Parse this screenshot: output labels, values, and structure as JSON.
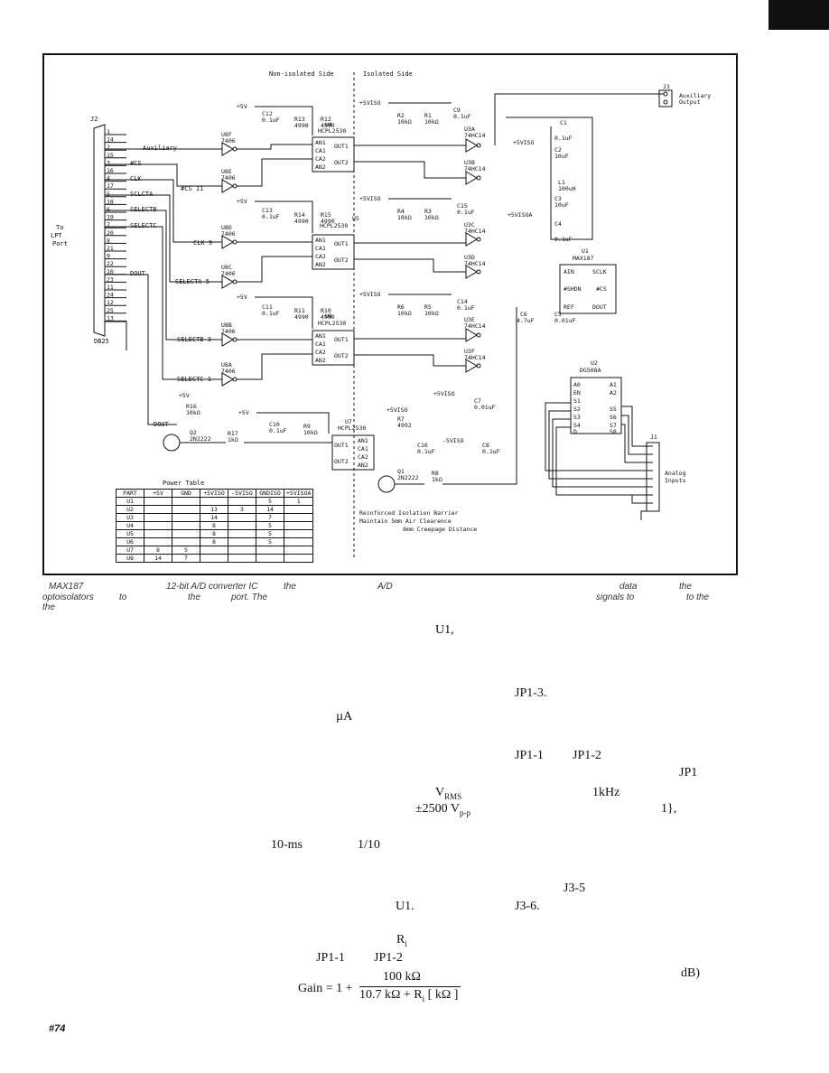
{
  "schematic": {
    "side_left": "Non-isolated Side",
    "side_right": "Isolated Side",
    "connectors": {
      "j2": "J2",
      "j2_type": "DB25",
      "lpt_label": [
        "To",
        "LPT",
        "Port"
      ],
      "j3": "J3",
      "j3_label": [
        "Auxiliary",
        "Output"
      ],
      "j1": "J1",
      "j1_label": [
        "Analog",
        "Inputs"
      ]
    },
    "db25_pins": [
      "1",
      "14",
      "2",
      "15",
      "3",
      "16",
      "4",
      "17",
      "5",
      "18",
      "6",
      "19",
      "7",
      "20",
      "8",
      "21",
      "9",
      "22",
      "10",
      "23",
      "11",
      "24",
      "12",
      "25",
      "13"
    ],
    "signals": {
      "auxiliary": "Auxiliary",
      "cs": "#CS",
      "clk": "CLK",
      "sclcta": "SCLCTA",
      "selectb": "SELECTB",
      "selectc": "SELECTC",
      "dout": "DOUT",
      "cs11": "#CS 11",
      "clk9": "CLK  9",
      "selecta5": "SELECTA  5",
      "selectb3": "SELECTB  3",
      "selectc1": "SELECTC  1"
    },
    "rails": {
      "p5v": "+5V",
      "p5viso": "+5VISO",
      "m5viso": "-5VISO",
      "p5visoa": "+5VISOA"
    },
    "parts": {
      "u4": "U4",
      "u5": "U5",
      "u6": "U6",
      "u7": "U7",
      "hcpl": "HCPL2530",
      "u8f": "U8F",
      "u8e": "U8E",
      "u8d": "U8D",
      "u8c": "U8C",
      "u8b": "U8B",
      "u8a": "U8A",
      "n7406": "7406",
      "u3a": "U3A",
      "u3b": "U3B",
      "u3c": "U3C",
      "u3d": "U3D",
      "u3e": "U3E",
      "u3f": "U3F",
      "n74hc14": "74HC14",
      "u1": "U1",
      "max187": "MAX187",
      "u2": "U2",
      "dg508a": "DG508A",
      "q1": "Q1",
      "q2": "Q2",
      "n2222": "2N2222"
    },
    "passives": {
      "c12": "C12",
      "c13": "C13",
      "c11": "C11",
      "c10": "C10",
      "c16": "C16",
      "cap01": "0.1uF",
      "c9": "C9",
      "c15": "C15",
      "c14": "C14",
      "c1": "C1",
      "c2": "C2",
      "c3": "C3",
      "c4": "C4",
      "c5": "C5",
      "c6": "C6",
      "c7": "C7",
      "c8": "C8",
      "v10uf": "10uF",
      "v47uf": "4.7uF",
      "v001uf": "0.01uF",
      "l1": "L1",
      "v100uh": "100uH",
      "r12": "R12",
      "r13": "R13",
      "r14": "R14",
      "r15": "R15",
      "r10": "R10",
      "r11": "R11",
      "v4990": "4990",
      "r1": "R1",
      "r2": "R2",
      "r3": "R3",
      "r4": "R4",
      "r5": "R5",
      "r6": "R6",
      "v10k": "10kΩ",
      "r7": "R7",
      "v4992": "4992",
      "r8": "R8",
      "r17": "R17",
      "v1k": "1kΩ",
      "r9": "R9",
      "r16": "R16"
    },
    "u1_pins": {
      "ain": "AIN",
      "sclk": "SCLK",
      "shdn": "#SHDN",
      "cs": "#CS",
      "ref": "REF",
      "dout": "DOUT"
    },
    "u2_pins": {
      "a0": "A0",
      "a1": "A1",
      "a2": "A2",
      "en": "EN",
      "s1": "S1",
      "s2": "S2",
      "s3": "S3",
      "s4": "S4",
      "s5": "S5",
      "s6": "S6",
      "s7": "S7",
      "s8": "S8",
      "d": "D"
    },
    "opto_pins": {
      "an1": "AN1",
      "ca1": "CA1",
      "ca2": "CA2",
      "an2": "AN2",
      "out1": "OUT1",
      "out2": "OUT2"
    },
    "barrier": [
      "Reinforced Isolation Barrier",
      "Maintain 5mm Air Clearence",
      "8mm Creepage Distance"
    ],
    "power_table": {
      "title": "Power Table",
      "headers": [
        "PART",
        "+5V",
        "GND",
        "+5VISO",
        "-5VISO",
        "GNDISO",
        "+5VISOA"
      ],
      "rows": [
        [
          "U1",
          "",
          "",
          "",
          "",
          "5",
          "1"
        ],
        [
          "U2",
          "",
          "",
          "13",
          "3",
          "14",
          ""
        ],
        [
          "U3",
          "",
          "",
          "14",
          "",
          "7",
          ""
        ],
        [
          "U4",
          "",
          "",
          "8",
          "",
          "5",
          ""
        ],
        [
          "U5",
          "",
          "",
          "8",
          "",
          "5",
          ""
        ],
        [
          "U6",
          "",
          "",
          "8",
          "",
          "5",
          ""
        ],
        [
          "U7",
          "8",
          "5",
          "",
          "",
          "",
          ""
        ],
        [
          "U8",
          "14",
          "7",
          "",
          "",
          "",
          ""
        ]
      ]
    }
  },
  "caption": {
    "line1": [
      "MAX187",
      "12-bit A/D converter IC",
      "the",
      "A/D",
      "data",
      "the"
    ],
    "line2": [
      "optoisolators",
      "to",
      "the",
      "port. The",
      "signals to",
      "to the"
    ],
    "line3": [
      "the"
    ]
  },
  "body_fragments": {
    "u1": "U1,",
    "jp13": "JP1-3.",
    "ua": "µA",
    "jp11": "JP1-1",
    "jp12": "JP1-2",
    "jp1": "JP1",
    "vrms": "V",
    "vrms_sub": "RMS",
    "khz": "1kHz",
    "vpp": "±2500 V",
    "vpp_sub": "p-p",
    "one": "1},",
    "ms": "10-ms",
    "tenth": "1/10",
    "j35": "J3-5",
    "u1b": "U1.",
    "j36": "J3-6.",
    "ri": "R",
    "ri_sub": "i",
    "jp11b": "JP1-1",
    "jp12b": "JP1-2",
    "gain": "Gain = 1 +",
    "num": "100 kΩ",
    "den": "10.7 kΩ + R",
    "den_sub": "i",
    "den_end": "[ kΩ ]",
    "db": "dB)"
  },
  "page_number": "#74"
}
